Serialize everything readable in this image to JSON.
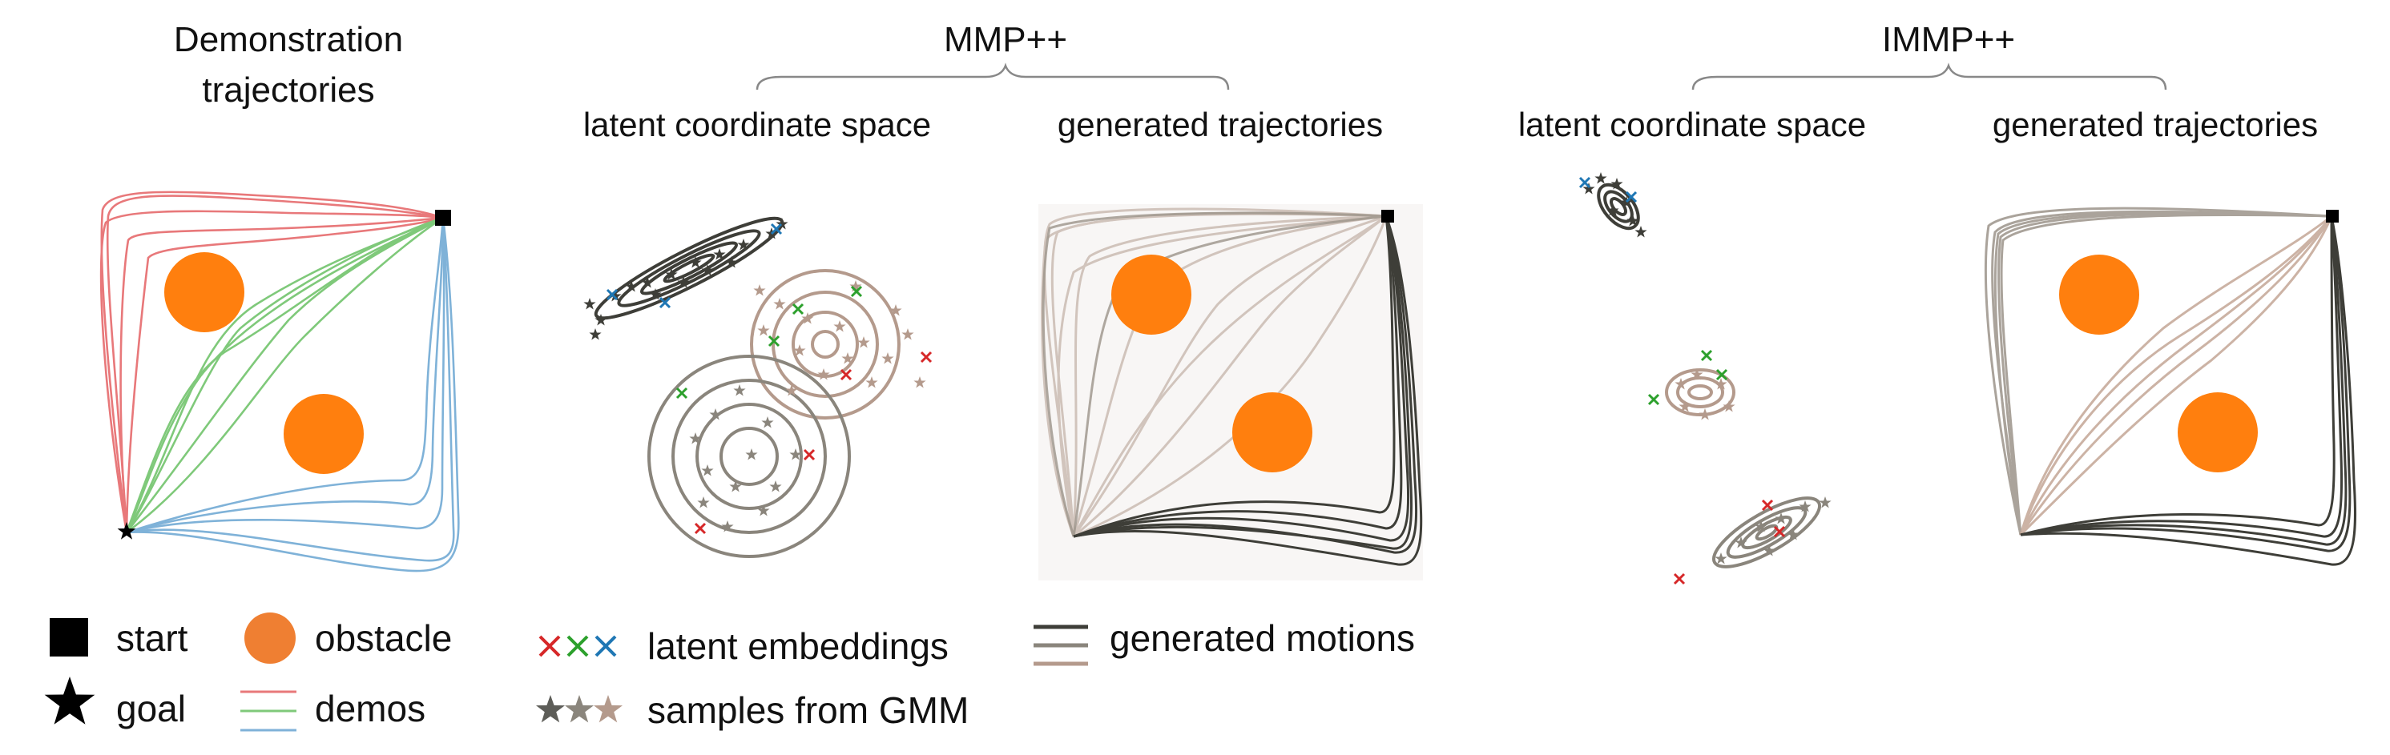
{
  "titles": {
    "demo_line1": "Demonstration",
    "demo_line2": "trajectories",
    "mmp": "MMP++",
    "immp": "IMMP++"
  },
  "subtitles": {
    "mmp_latent": "latent coordinate space",
    "mmp_generated": "generated trajectories",
    "immp_latent": "latent coordinate space",
    "immp_generated": "generated trajectories"
  },
  "legend": {
    "start": "start",
    "goal": "goal",
    "obstacle": "obstacle",
    "demos": "demos",
    "latent_embeddings": "latent embeddings",
    "samples_from_gmm": "samples from GMM",
    "generated_motions": "generated motions"
  },
  "colors": {
    "obstacle": "#ff7f0e",
    "red": "#d62728",
    "green": "#2ca02c",
    "blue": "#1f77b4",
    "dark": "#3e3e38",
    "gray": "#8a857c",
    "tan": "#b49a8c",
    "demo_red": "#e8787a",
    "demo_green": "#7fc97a",
    "demo_blue": "#7fb2d8"
  }
}
